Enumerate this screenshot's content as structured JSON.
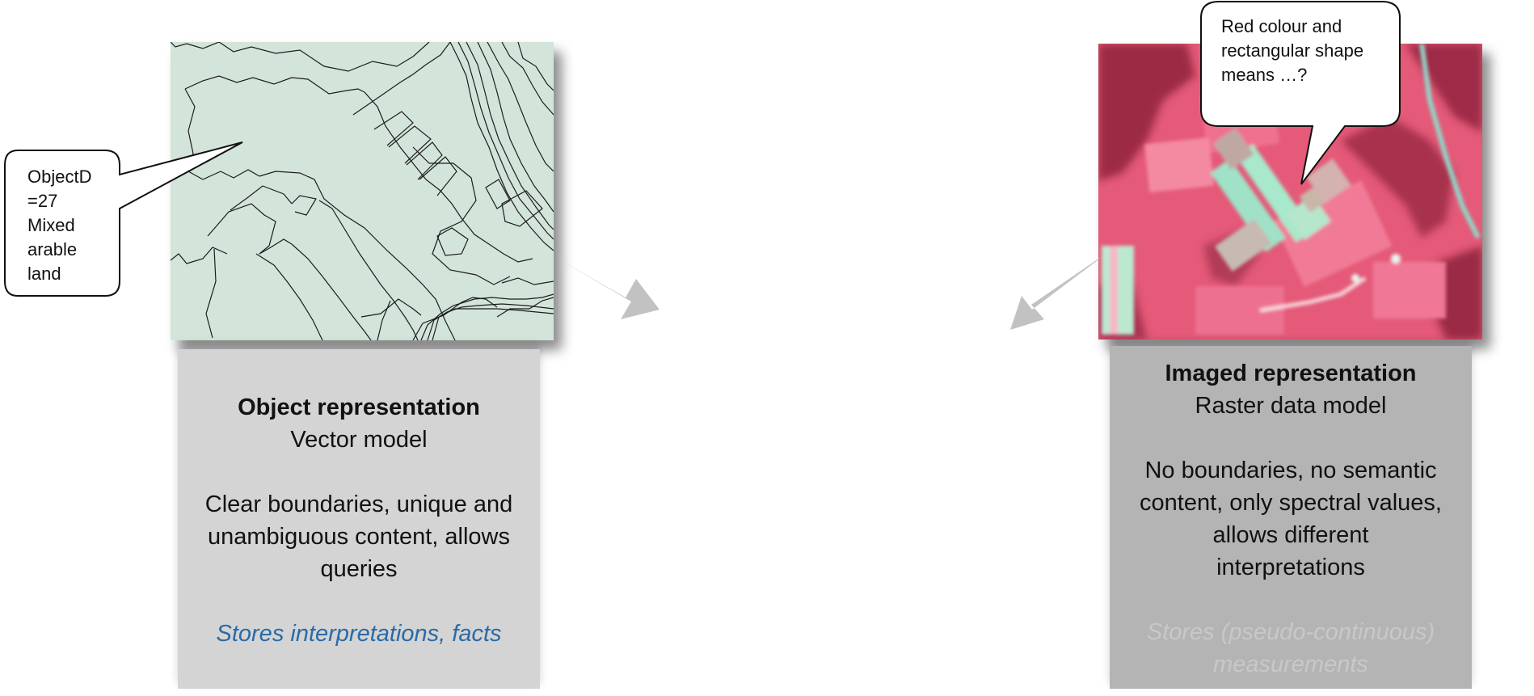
{
  "vector_panel": {
    "title": "Object representation",
    "subtitle": "Vector model",
    "description_lines": [
      "Clear boundaries, unique and",
      "unambiguous content, allows",
      "queries"
    ],
    "note": "Stores interpretations, facts"
  },
  "raster_panel": {
    "title": "Imaged representation",
    "subtitle": "Raster data model",
    "description_lines": [
      "No boundaries, no semantic",
      "content, only spectral values,",
      "allows different",
      "interpretations"
    ],
    "note_lines": [
      "Stores (pseudo-continuous)",
      "measurements"
    ]
  },
  "object_callout": {
    "lines": [
      "ObjectD",
      "=27",
      "Mixed",
      "arable",
      "land"
    ]
  },
  "raster_callout": {
    "lines": [
      "Red colour and",
      "rectangular shape",
      "means …?"
    ]
  },
  "colors": {
    "vector_map_fill": "#d3e5da",
    "raster_base": "#e45a78",
    "object_panel_bg": "#d4d4d4",
    "imaged_panel_bg": "#b4b4b4",
    "object_note_color": "#2a6aa6",
    "imaged_note_color": "#c8c8c8",
    "arrow_color": "#c2c2c2"
  }
}
